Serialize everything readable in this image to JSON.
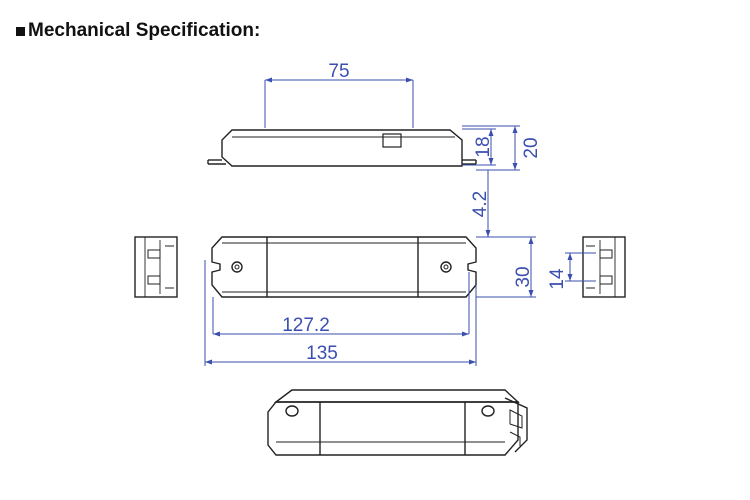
{
  "heading": "Mechanical Specification:",
  "dimensions": {
    "top_width": "75",
    "height_body": "18",
    "height_total": "20",
    "mount_offset": "4.2",
    "plan_height": "30",
    "hole_spacing": "127.2",
    "overall_length": "135",
    "end_height": "14"
  },
  "colors": {
    "outline": "#222222",
    "dimension": "#3a4fb0"
  }
}
